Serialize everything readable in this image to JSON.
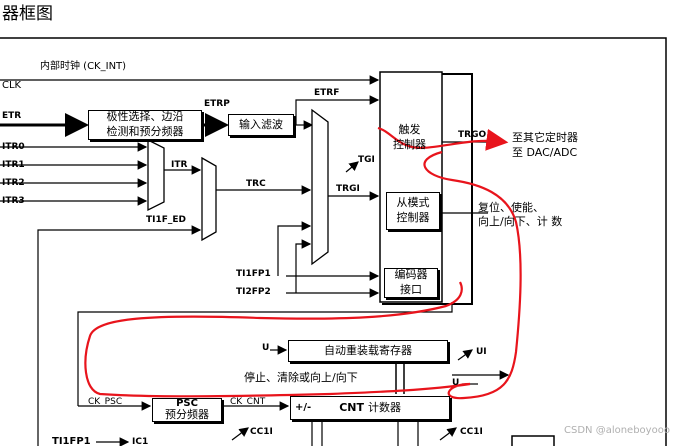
{
  "title": "器框图",
  "signals": {
    "internal_clock": "内部时钟 (CK_INT)",
    "clk": "CLK",
    "etr": "ETR",
    "etrp": "ETRP",
    "etrf": "ETRF",
    "itr0": "ITR0",
    "itr1": "ITR1",
    "itr2": "ITR2",
    "itr3": "ITR3",
    "itr": "ITR",
    "trc": "TRC",
    "tgi": "TGI",
    "trgi": "TRGI",
    "ti1f_ed": "TI1F_ED",
    "ti1fp1": "TI1FP1",
    "ti2fp2": "TI2FP2",
    "trgo": "TRGO",
    "to_other_timers": "至其它定时器",
    "to_dac_adc": "至 DAC/ADC",
    "reset_enable": "复位、使能、",
    "up_down_count": "向上/向下、计 数",
    "u_left": "U",
    "u_right": "U",
    "ui": "UI",
    "stop_clear": "停止、清除或向上/向下",
    "ck_psc": "CK_PSC",
    "ck_cnt": "CK_CNT",
    "plus_minus": "+/-",
    "cc1i_a": "CC1I",
    "cc1i_b": "CC1I",
    "ti1fp1_bottom": "TI1FP1",
    "ic1": "IC1"
  },
  "blocks": {
    "polarity_line1": "极性选择、边沿",
    "polarity_line2": "检测和预分频器",
    "input_filter": "输入滤波",
    "trigger_line1": "触发",
    "trigger_line2": "控制器",
    "slave_line1": "从模式",
    "slave_line2": "控制器",
    "encoder_line1": "编码器",
    "encoder_line2": "接口",
    "autoreload": "自动重装载寄存器",
    "psc_label": "PSC",
    "prescaler": "预分频器",
    "cnt_label": "CNT",
    "counter": "计数器"
  },
  "watermark": "CSDN @aloneboyooo",
  "colors": {
    "annotation_red": "#e8141c",
    "line": "#000000"
  }
}
